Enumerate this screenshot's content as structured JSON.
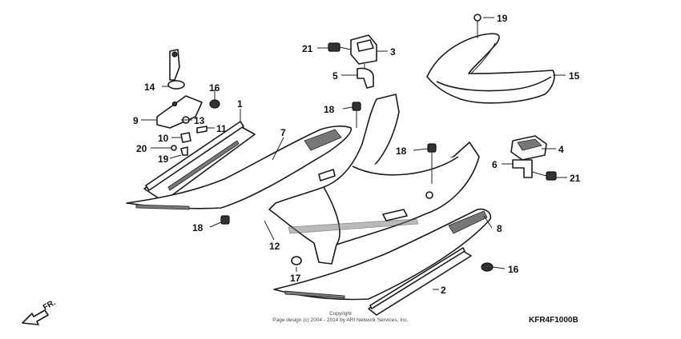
{
  "diagram": {
    "code": "KFR4F1000B",
    "copyright_line1": "Copyright",
    "copyright_line2": "Page design (c) 2004 - 2014 by ARI Network Services, Inc.",
    "direction_label": "FR.",
    "callouts": {
      "c1": "1",
      "c2": "2",
      "c3": "3",
      "c4": "4",
      "c5": "5",
      "c6": "6",
      "c7": "7",
      "c8": "8",
      "c9": "9",
      "c10": "10",
      "c11": "11",
      "c12": "12",
      "c13": "13",
      "c14": "14",
      "c15": "15",
      "c16a": "16",
      "c16b": "16",
      "c17": "17",
      "c18a": "18",
      "c18b": "18",
      "c18c": "18",
      "c19a": "19",
      "c19b": "19",
      "c20": "20",
      "c21a": "21",
      "c21b": "21"
    }
  }
}
